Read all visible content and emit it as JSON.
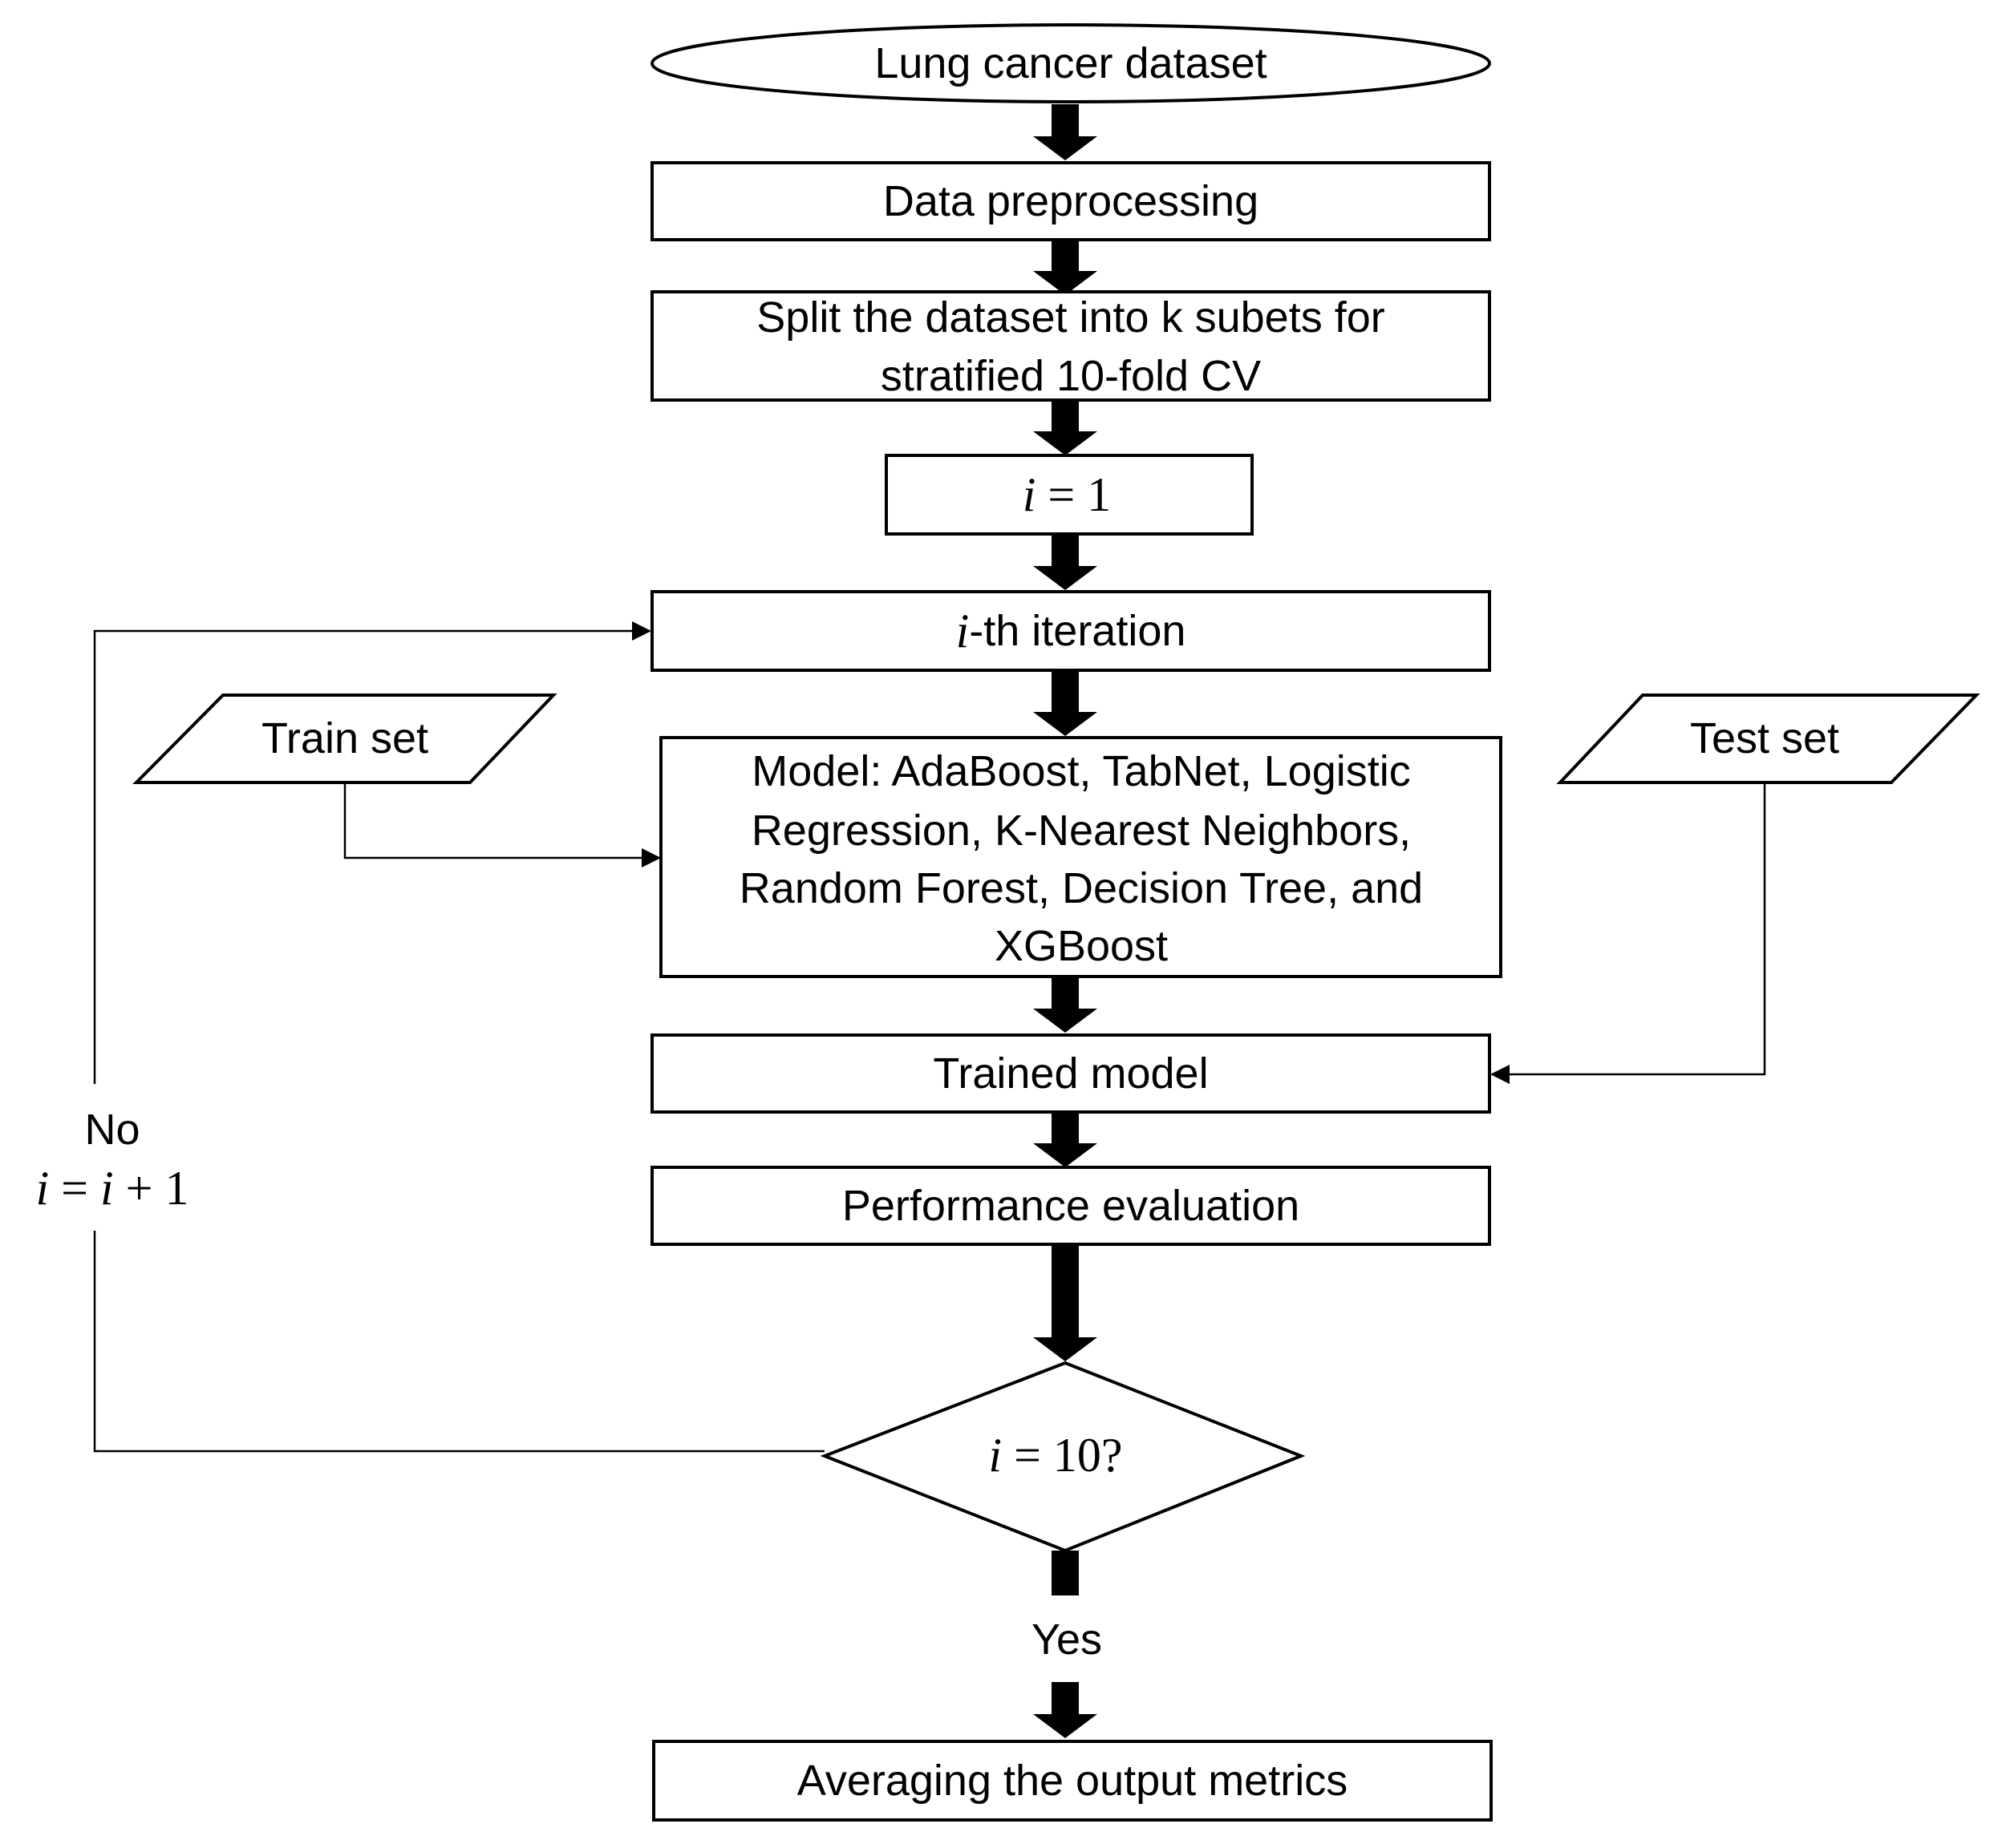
{
  "nodes": {
    "dataset": "Lung cancer dataset",
    "preprocessing": "Data preprocessing",
    "split_line1": "Split the dataset into k subets for",
    "split_line2": "stratified 10-fold CV",
    "init_var": "i",
    "init_eq": " = 1",
    "iter_var": "i",
    "iter_rest": "-th iteration",
    "train_set": "Train set",
    "test_set": "Test set",
    "model_line1": "Model: AdaBoost, TabNet, Logistic",
    "model_line2": "Regression, K-Nearest Neighbors,",
    "model_line3": "Random Forest, Decision Tree, and",
    "model_line4": "XGBoost",
    "trained": "Trained model",
    "evaluation": "Performance evaluation",
    "decision_var": "i",
    "decision_rest": " = 10?",
    "averaging": "Averaging the output metrics"
  },
  "labels": {
    "no": "No",
    "increment_var1": "i",
    "increment_eq": " = ",
    "increment_var2": "i",
    "increment_rest": " + 1",
    "yes": "Yes"
  }
}
